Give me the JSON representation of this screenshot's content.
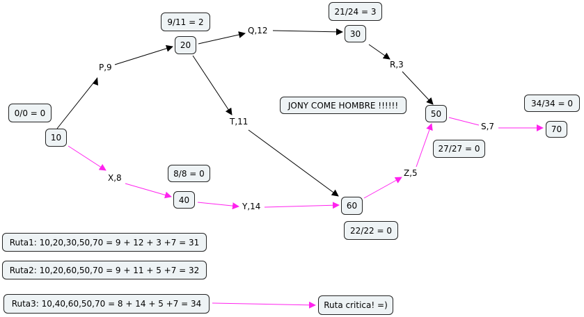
{
  "colors": {
    "normal_edge": "#000000",
    "critical_edge": "#ff22ee",
    "node_bg": "#eef3f5"
  },
  "nodes": {
    "n10": "10",
    "n20": "20",
    "n30": "30",
    "n40": "40",
    "n50": "50",
    "n60": "60",
    "n70": "70"
  },
  "slack": {
    "n10": "0/0 = 0",
    "n20": "9/11 = 2",
    "n30": "21/24 = 3",
    "n40": "8/8 = 0",
    "n50": "27/27 = 0",
    "n60": "22/22 = 0",
    "n70": "34/34 = 0"
  },
  "activities": {
    "p": "P,9",
    "q": "Q,12",
    "r": "R,3",
    "t": "T,11",
    "s": "S,7",
    "x": "X,8",
    "y": "Y,14",
    "z": "Z,5"
  },
  "note": "JONY COME HOMBRE !!!!!!",
  "routes": [
    "Ruta1: 10,20,30,50,70 = 9 + 12 + 3 +7 = 31",
    "Ruta2: 10,20,60,50,70 = 9 + 11 + 5 +7 = 32",
    "Ruta3: 10,40,60,50,70 = 8 + 14 + 5 +7 = 34"
  ],
  "critical_label": "Ruta critica! =)"
}
